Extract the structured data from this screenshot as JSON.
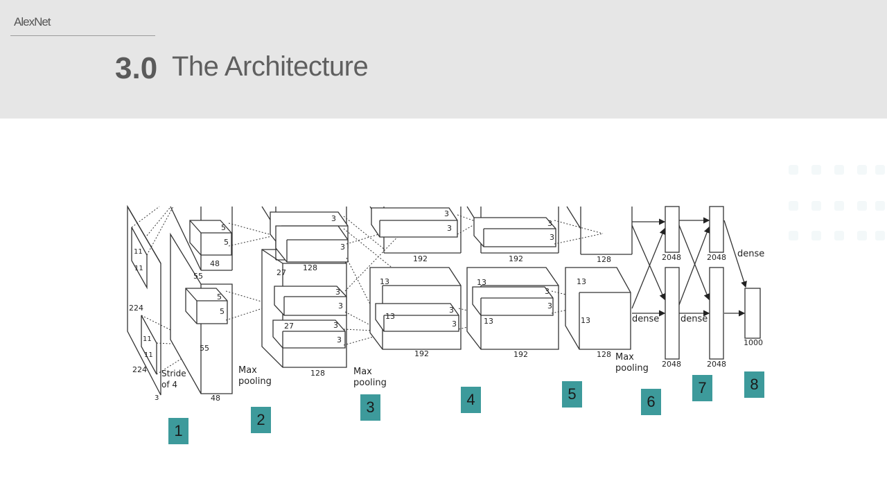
{
  "header": {
    "brand": "AlexNet",
    "section_number": "3.0",
    "section_title": "The Architecture"
  },
  "diagram": {
    "input": {
      "size_a": "224",
      "size_b": "224",
      "channels": "3",
      "kernel_a": "11",
      "kernel_b": "11",
      "kernel_c": "11",
      "kernel_d": "11",
      "stride_line1": "Stride",
      "stride_line2": "of 4"
    },
    "conv1": {
      "size": "55",
      "size_b": "55",
      "depth_top": "48",
      "depth_bottom": "48",
      "k_top_a": "5",
      "k_top_b": "5",
      "k_bot_a": "5",
      "k_bot_b": "5"
    },
    "pool1_label": [
      "Max",
      "pooling"
    ],
    "conv2": {
      "size": "27",
      "size_b": "27",
      "depth_top": "128",
      "depth_bottom": "128",
      "k1": "3",
      "k2": "3",
      "k3": "3",
      "k4": "3",
      "k5": "3",
      "k6": "3"
    },
    "pool2_label": [
      "Max",
      "pooling"
    ],
    "conv3": {
      "size": "13",
      "size_b": "13",
      "depth_top": "192",
      "depth_bottom": "192",
      "k1": "3",
      "k2": "3",
      "k3": "3",
      "k4": "3"
    },
    "conv4": {
      "size": "13",
      "size_b": "13",
      "depth_top": "192",
      "depth_bottom": "192",
      "k1": "3",
      "k2": "3",
      "k3": "3",
      "k4": "3"
    },
    "conv5": {
      "size": "13",
      "size_b": "13",
      "depth_top": "128",
      "depth_bottom": "128"
    },
    "pool3_label": [
      "Max",
      "pooling"
    ],
    "fc6": {
      "top": "2048",
      "bottom": "2048",
      "label": "dense"
    },
    "fc7": {
      "top": "2048",
      "bottom": "2048",
      "label": "dense"
    },
    "fc8": {
      "out": "1000",
      "label": "dense"
    }
  },
  "layer_tags": [
    "1",
    "2",
    "3",
    "4",
    "5",
    "6",
    "7",
    "8"
  ],
  "colors": {
    "header_bg": "#e6e6e6",
    "tag_bg": "#3d9a9b"
  }
}
